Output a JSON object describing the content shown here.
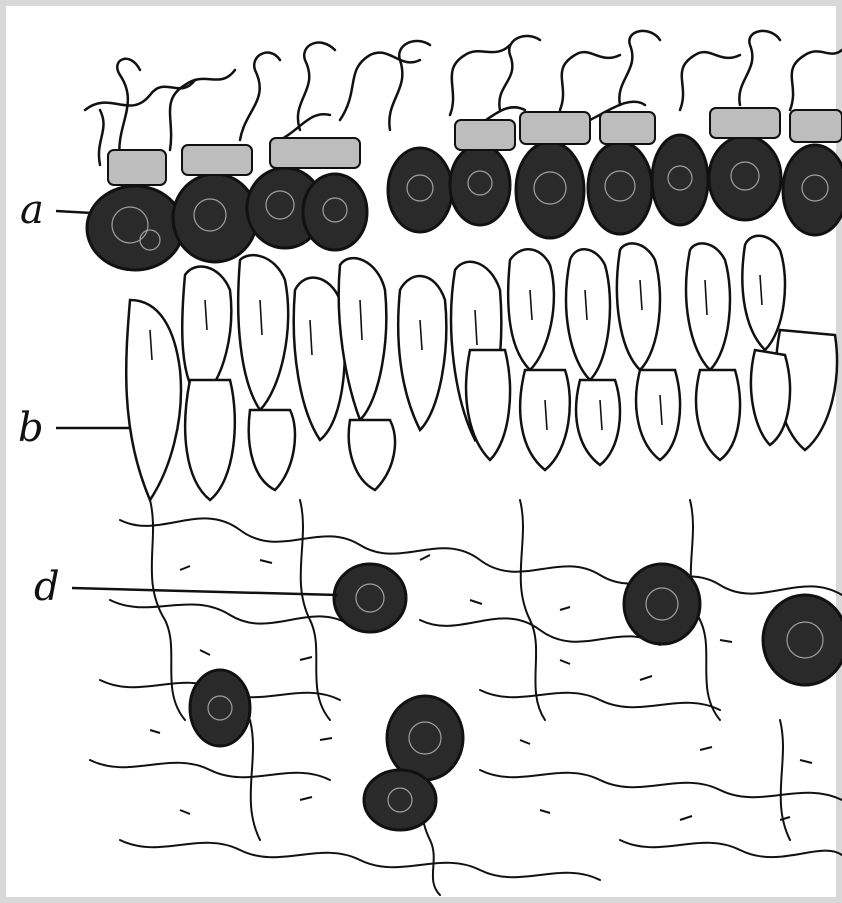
{
  "figure": {
    "labels": {
      "a": "a",
      "b": "b",
      "d": "d"
    }
  },
  "colors": {
    "ink": "#111111",
    "paper": "#ffffff"
  }
}
